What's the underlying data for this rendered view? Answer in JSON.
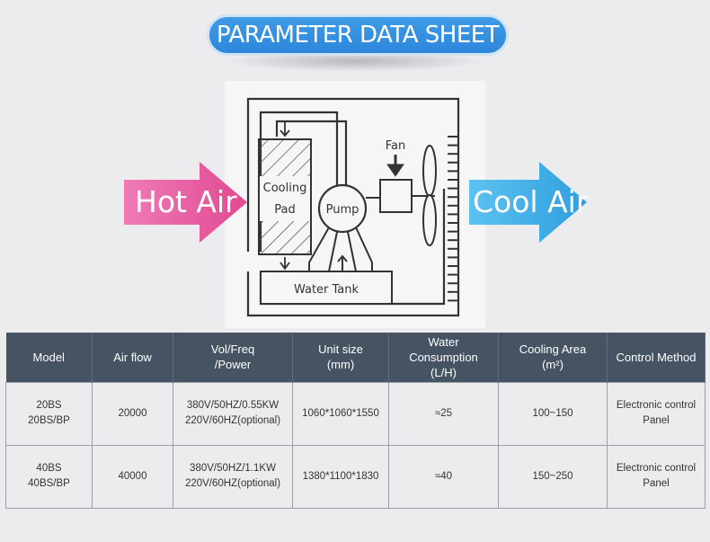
{
  "header": {
    "title": "PARAMETER DATA SHEET"
  },
  "diagram": {
    "hot_air": "Hot Air",
    "cool_air": "Cool Air",
    "cooling_line1": "Cooling",
    "cooling_line2": "Pad",
    "pump": "Pump",
    "fan": "Fan",
    "water_tank": "Water Tank",
    "colors": {
      "hot": "#e04a92",
      "cool": "#37a6e3"
    }
  },
  "table": {
    "headers": [
      {
        "lines": [
          "Model"
        ]
      },
      {
        "lines": [
          "Air flow"
        ]
      },
      {
        "lines": [
          "Vol/Freq",
          "/Power"
        ]
      },
      {
        "lines": [
          "Unit size",
          "(mm)"
        ]
      },
      {
        "lines": [
          "Water",
          "Consumption",
          "(L/H)"
        ]
      },
      {
        "lines": [
          "Cooling Area",
          "(m²)"
        ]
      },
      {
        "lines": [
          "Control Method"
        ]
      }
    ],
    "rows": [
      {
        "model": [
          "20BS",
          "20BS/BP"
        ],
        "air_flow": "20000",
        "power": [
          "380V/50HZ/0.55KW",
          "220V/60HZ(optional)"
        ],
        "unit_size": "1060*1060*1550",
        "water": "≈25",
        "area": "100~150",
        "control": [
          "Electronic control",
          "Panel"
        ]
      },
      {
        "model": [
          "40BS",
          "40BS/BP"
        ],
        "air_flow": "40000",
        "power": [
          "380V/50HZ/1.1KW",
          "220V/60HZ(optional)"
        ],
        "unit_size": "1380*1100*1830",
        "water": "≈40",
        "area": "150~250",
        "control": [
          "Electronic control",
          "Panel"
        ]
      }
    ]
  }
}
